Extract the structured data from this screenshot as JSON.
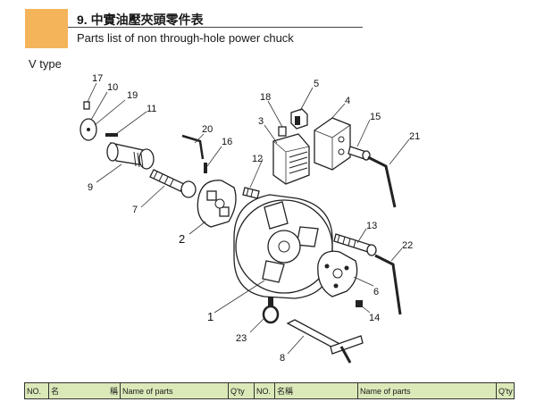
{
  "header": {
    "title_cn": "9. 中實油壓夾頭零件表",
    "title_en": "Parts list of non through-hole power chuck"
  },
  "subtitle": "V type",
  "diagram": {
    "part_labels": [
      "1",
      "2",
      "3",
      "4",
      "5",
      "6",
      "7",
      "8",
      "9",
      "10",
      "11",
      "12",
      "13",
      "14",
      "15",
      "16",
      "17",
      "18",
      "19",
      "20",
      "21",
      "22",
      "23"
    ]
  },
  "table": {
    "headers": [
      "NO.",
      "名",
      "稱",
      "Name of parts",
      "Q'ty",
      "NO.",
      "名稱",
      "Name of parts",
      "Q'ty"
    ]
  }
}
